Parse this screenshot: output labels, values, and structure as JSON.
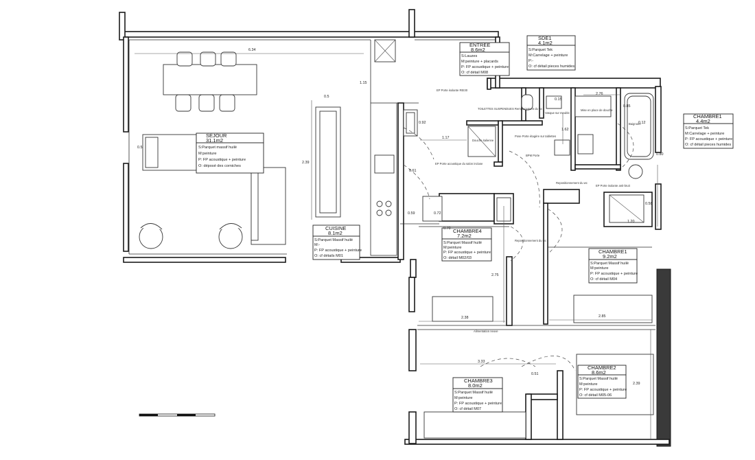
{
  "rooms": {
    "sejour": {
      "name": "SEJOUR",
      "area": "31.1m2",
      "l1": "S:Parquet massif huilé",
      "l2": "M:peinture",
      "l3": "P: FP acoustique + peinture",
      "l4": "O: déposé des corniches"
    },
    "cuisine": {
      "name": "CUISINE",
      "area": "8.1m2",
      "l1": "S:Parquet Massif huilé",
      "l2": "M:-",
      "l3": "P: FP acoustique + peinture",
      "l4": "O: cf détails M01"
    },
    "entree": {
      "name": "ENTREE",
      "area": "8.6m2",
      "l1": "S:Lauzes",
      "l2": "M:peinture + placards",
      "l3": "P: FP acoustique + peinture",
      "l4": "O: cf détail M08"
    },
    "sde1": {
      "name": "SDE1",
      "area": "4.1m2",
      "l1": "S:Parquet Tek",
      "l2": "M:Carrelage + peinture",
      "l3": "P:-",
      "l4": "O: cf détail pieces humides"
    },
    "chambre1": {
      "name": "CHAMBRE1",
      "area": "4.4m2",
      "l1": "S:Parquet Tek",
      "l2": "M:Carrelage + peinture",
      "l3": "P: FP acoustique + peinture",
      "l4": "O: cf détail pieces humides"
    },
    "chambre4": {
      "name": "CHAMBRE4",
      "area": "7.2m2",
      "l1": "S:Parquet Massif huilé",
      "l2": "M:peinture",
      "l3": "P: FP acoustique + peinture",
      "l4": "O: détail M02/03"
    },
    "chambre1b": {
      "name": "CHAMBRE1",
      "area": "9.2m2",
      "l1": "S:Parquet Massif huilé",
      "l2": "M:peinture",
      "l3": "P: FP acoustique + peinture",
      "l4": "O: cf détail M04"
    },
    "chambre2": {
      "name": "CHAMBRE2",
      "area": "8.6m2",
      "l1": "S:Parquet Massif huilé",
      "l2": "M:peinture",
      "l3": "P: FP acoustique + peinture",
      "l4": "O: cf détail M05-06"
    },
    "chambre3": {
      "name": "CHAMBRE3",
      "area": "8.0m2",
      "l1": "S:Parquet Massif huilé",
      "l2": "M:peinture",
      "l3": "P: FP acoustique + peinture",
      "l4": "O: cf détail M07"
    }
  },
  "dims": {
    "d634": "6.34",
    "d050": "0.5",
    "d239": "2.39",
    "d05": "0.5",
    "d059": "0.59",
    "d115": "1.15",
    "d117": "1.17",
    "d092": "0.92",
    "d072": "0.72",
    "d061": "0.61",
    "d070": "0.70",
    "d275": "2.75",
    "d238": "2.38",
    "d285": "2.85",
    "d333": "3.33",
    "d051": "0.51",
    "d239b": "2.39",
    "d276": "2.76",
    "d085": "0.85",
    "d015": "0.15",
    "d162": "1.62",
    "d058": "0.58",
    "d120": "1.20",
    "d120b": "0.12",
    "d080": "0.80"
  },
  "notes": {
    "n1": "EP Porte isolante REI30",
    "n2": "TOILETTES SUSPENDUES Remplacement du wc",
    "n3": "Douche italienne",
    "n4": "Vasque sur meuble",
    "n5": "Mise en place de douche",
    "n6": "Baignoire",
    "n7": "Pose Porte étagère sur tablettes",
    "n8": "BPM Porte",
    "n9": "Repositionnement du wc",
    "n10": "EP Porte acoustique du salon incluse",
    "n11": "EP Porte isolante anti-bruit",
    "n12": "Alimentation neuve",
    "n13": "Repositionnement du wc"
  },
  "colors": {
    "ink": "#1a1a1a",
    "paper": "#ffffff"
  }
}
